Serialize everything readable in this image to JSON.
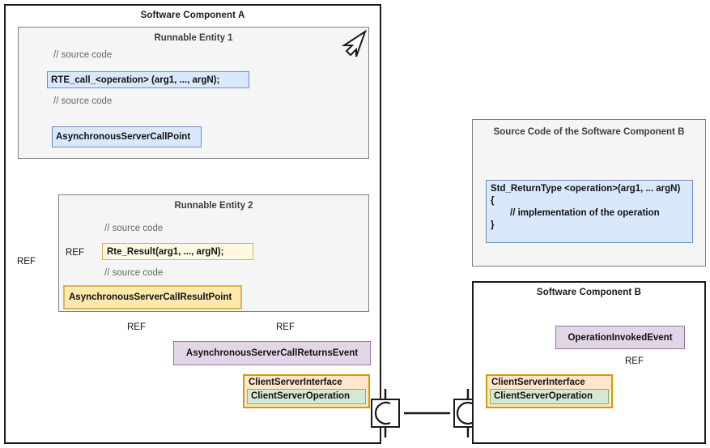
{
  "diagram": {
    "title_left": "Software Component A",
    "title_right_top": "Source Code of the Software Component B",
    "title_right_bottom": "Software Component B"
  },
  "component_a": {
    "title": "Software Component A",
    "runnable1": {
      "title": "Runnable Entity 1",
      "comment_top": "// source code",
      "rte_call": "RTE_call_<operation> (arg1, ..., argN);",
      "comment_bottom": "// source code",
      "call_point": "AsynchronousServerCallPoint",
      "trigger_icon": "execution-arrow-icon"
    },
    "runnable2": {
      "title": "Runnable Entity 2",
      "comment_top": "// source code",
      "rte_result": "Rte_Result(arg1, ..., argN);",
      "comment_bottom": "// source code",
      "result_point": "AsynchronousServerCallResultPoint"
    },
    "returns_event": "AsynchronousServerCallReturnsEvent",
    "interface": {
      "name": "ClientServerInterface",
      "operation": "ClientServerOperation"
    },
    "ref_labels": {
      "outer": "REF",
      "inner": "REF",
      "result_point": "REF",
      "returns_event": "REF"
    }
  },
  "component_b_source": {
    "title": "Source Code of the Software Component B",
    "code_line1": "Std_ReturnType <operation>(arg1, ... argN)",
    "code_line2": "{",
    "code_line3": "// implementation of the operation",
    "code_line4": "}"
  },
  "component_b": {
    "title": "Software Component B",
    "invoked_event": "OperationInvokedEvent",
    "interface": {
      "name": "ClientServerInterface",
      "operation": "ClientServerOperation"
    },
    "ref_label": "REF"
  },
  "ports": {
    "required_port": "required-port-socket",
    "provided_port": "provided-port-ball"
  },
  "colors": {
    "blue_fill": "#dae8fc",
    "blue_stroke": "#6c8ebf",
    "yellow_fill": "#ffe8ad",
    "yellow_light_fill": "#fff9e3",
    "yellow_stroke": "#d6b656",
    "purple_fill": "#e1d5e7",
    "purple_stroke": "#9673a6",
    "orange_fill": "#ffe6cc",
    "orange_stroke": "#d79b00",
    "green_fill": "#d5e8d4",
    "green_stroke": "#82b366",
    "panel_fill": "#f5f5f5",
    "panel_stroke": "#808080",
    "frame_stroke": "#1a1a1a"
  }
}
